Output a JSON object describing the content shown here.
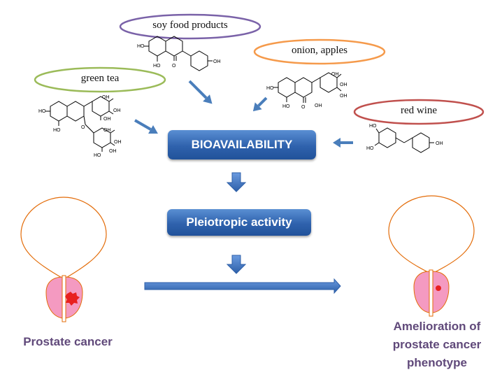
{
  "sources": {
    "soy": {
      "label": "soy food products",
      "color": "#7a62a8"
    },
    "onion": {
      "label": "onion, apples",
      "color": "#f59a4b"
    },
    "green_tea": {
      "label": "green tea",
      "color": "#9bbb59"
    },
    "red_wine": {
      "label": "red wine",
      "color": "#c0504d"
    }
  },
  "steps": {
    "bioavailability": "BIOAVAILABILITY",
    "pleiotropic": "Pleiotropic activity"
  },
  "outcomes": {
    "before": "Prostate cancer",
    "after_line1": "Amelioration of",
    "after_line2": "prostate cancer",
    "after_line3": "phenotype"
  },
  "chem_labels": {
    "ho": "HO",
    "oh": "OH",
    "o": "O"
  },
  "colors": {
    "arrow": "#4a7ebb",
    "box": "#2f62ad",
    "caption": "#60497a",
    "gland_fill": "#f49ac1",
    "tumor": "#e8201f"
  }
}
